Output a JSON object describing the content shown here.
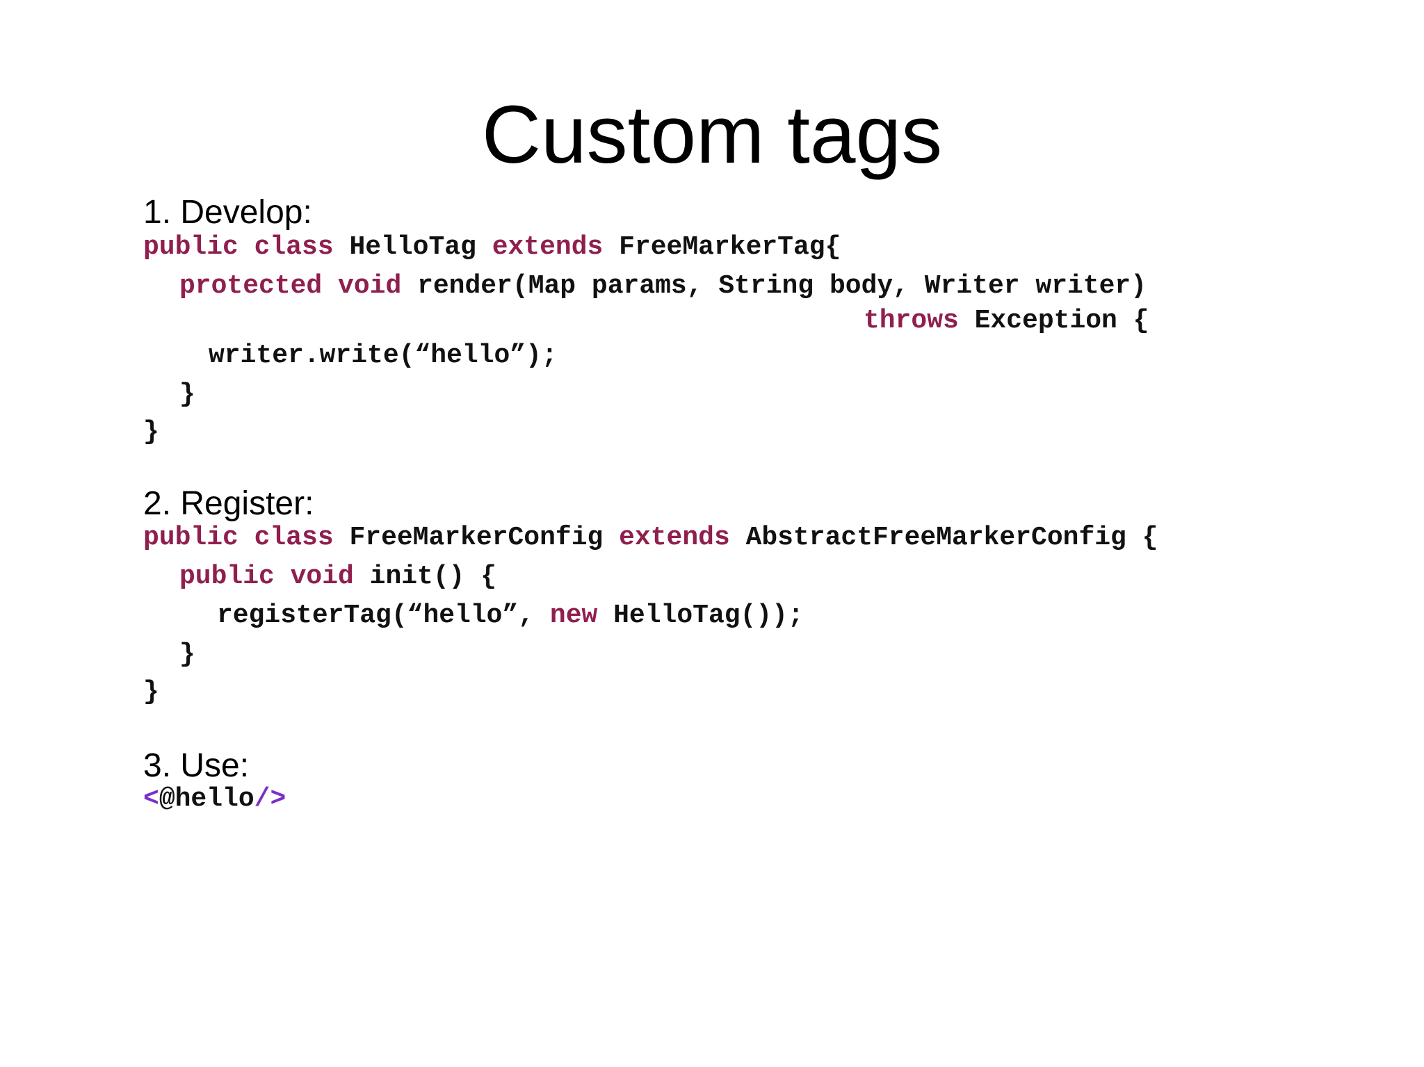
{
  "slide": {
    "title": "Custom tags"
  },
  "steps": [
    {
      "heading": "1. Develop:",
      "lines": [
        {
          "kw1": "public class",
          "t1": " HelloTag ",
          "kw2": "extends",
          "t2": " FreeMarkerTag{"
        },
        {
          "kw1": "protected void",
          "t1": " render(Map params, String body, Writer writer)"
        },
        {
          "kw1": "throws",
          "t1": " Exception {"
        },
        {
          "t1": "writer.write(“hello”);"
        },
        {
          "t1": "}"
        },
        {
          "t1": "}"
        }
      ]
    },
    {
      "heading": "2. Register:",
      "lines": [
        {
          "kw1": "public class",
          "t1": " FreeMarkerConfig ",
          "kw2": "extends",
          "t2": " AbstractFreeMarkerConfig {"
        },
        {
          "kw1": "public void",
          "t1": " init() {"
        },
        {
          "t1": "registerTag(“hello”, ",
          "kw2": "new",
          "t2": " HelloTag());"
        },
        {
          "t1": "}"
        },
        {
          "t1": "}"
        }
      ]
    },
    {
      "heading": "3. Use:",
      "lines": [
        {
          "open": "<",
          "name": "@hello",
          "close": "/>"
        }
      ]
    }
  ],
  "colors": {
    "keyword": "#8f1f4e",
    "tag_punctuation": "#7b2fc9",
    "code_text": "#111111"
  }
}
